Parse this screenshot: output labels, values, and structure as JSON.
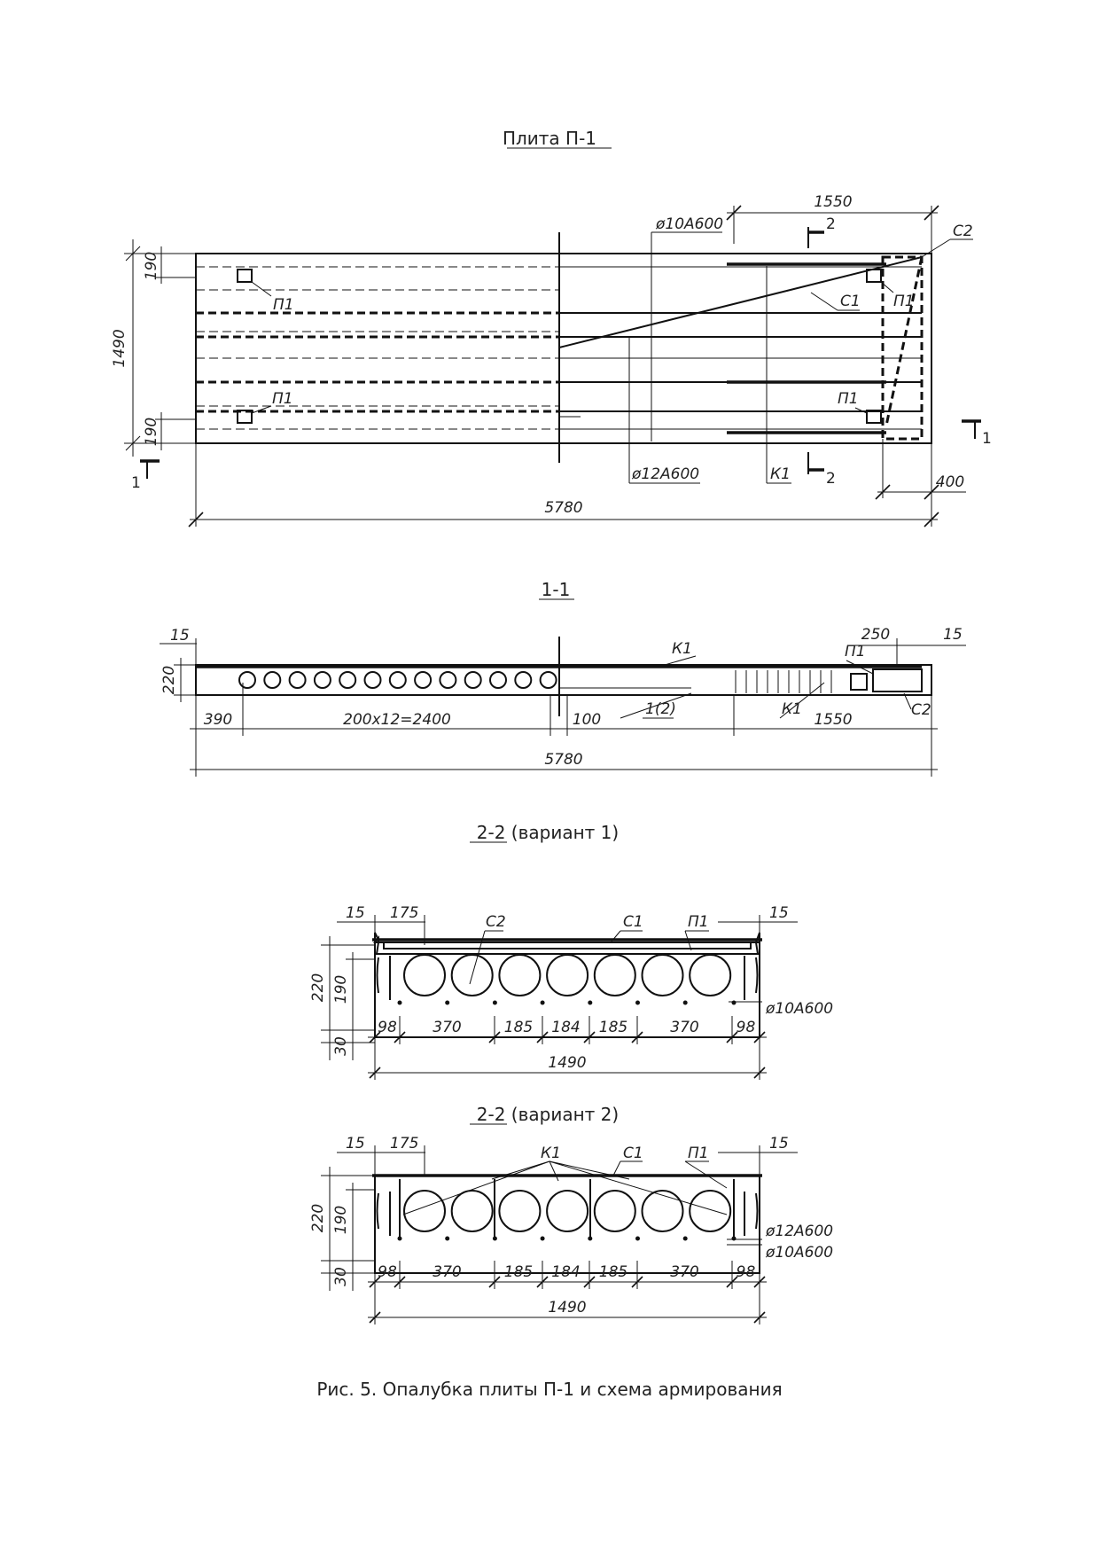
{
  "sheet": {
    "plan_title": "Плита П-1",
    "section11_title": "1-1",
    "section22v1_title": "2-2 (вариант 1)",
    "section22v2_title": "2-2 (вариант 2)",
    "caption": "Рис. 5. Опалубка плиты П-1 и схема армирования"
  },
  "plan": {
    "dim_total_length": "5780",
    "dim_width": "1490",
    "dim_edge_top": "190",
    "dim_edge_bottom": "190",
    "dim_zone": "1550",
    "dim_end": "400",
    "rebar_top": "ø10А600",
    "rebar_bottom": "ø12А600",
    "label_c2": "С2",
    "label_c1": "С1",
    "label_k1": "К1",
    "label_p1_a": "П1",
    "label_p1_b": "П1",
    "label_p1_c": "П1",
    "label_p1_d": "П1",
    "cut1_left": "1",
    "cut1_right": "1",
    "cut2_top": "2",
    "cut2_bottom": "2"
  },
  "section11": {
    "dim_top_left": "15",
    "dim_height": "220",
    "dim_390": "390",
    "dim_holes": "200x12=2400",
    "dim_100": "100",
    "dim_1550": "1550",
    "dim_250": "250",
    "dim_top_right": "15",
    "dim_total": "5780",
    "label_k1_top": "К1",
    "label_k1_bottom": "К1",
    "label_12": "1(2)",
    "label_p1": "П1",
    "label_c2": "С2"
  },
  "section22v1": {
    "dim_15_left": "15",
    "dim_175": "175",
    "dim_15_right": "15",
    "dim_220": "220",
    "dim_190": "190",
    "dim_30": "30",
    "bottom_dims": [
      "98",
      "370",
      "185",
      "184",
      "185",
      "370",
      "98"
    ],
    "dim_total": "1490",
    "label_c2": "С2",
    "label_c1": "С1",
    "label_p1": "П1",
    "rebar": "ø10А600"
  },
  "section22v2": {
    "dim_15_left": "15",
    "dim_175": "175",
    "dim_15_right": "15",
    "dim_220": "220",
    "dim_190": "190",
    "dim_30": "30",
    "bottom_dims": [
      "98",
      "370",
      "185",
      "184",
      "185",
      "370",
      "98"
    ],
    "dim_total": "1490",
    "label_k1": "К1",
    "label_c1": "С1",
    "label_p1": "П1",
    "rebar_top": "ø12А600",
    "rebar_bottom": "ø10А600"
  }
}
